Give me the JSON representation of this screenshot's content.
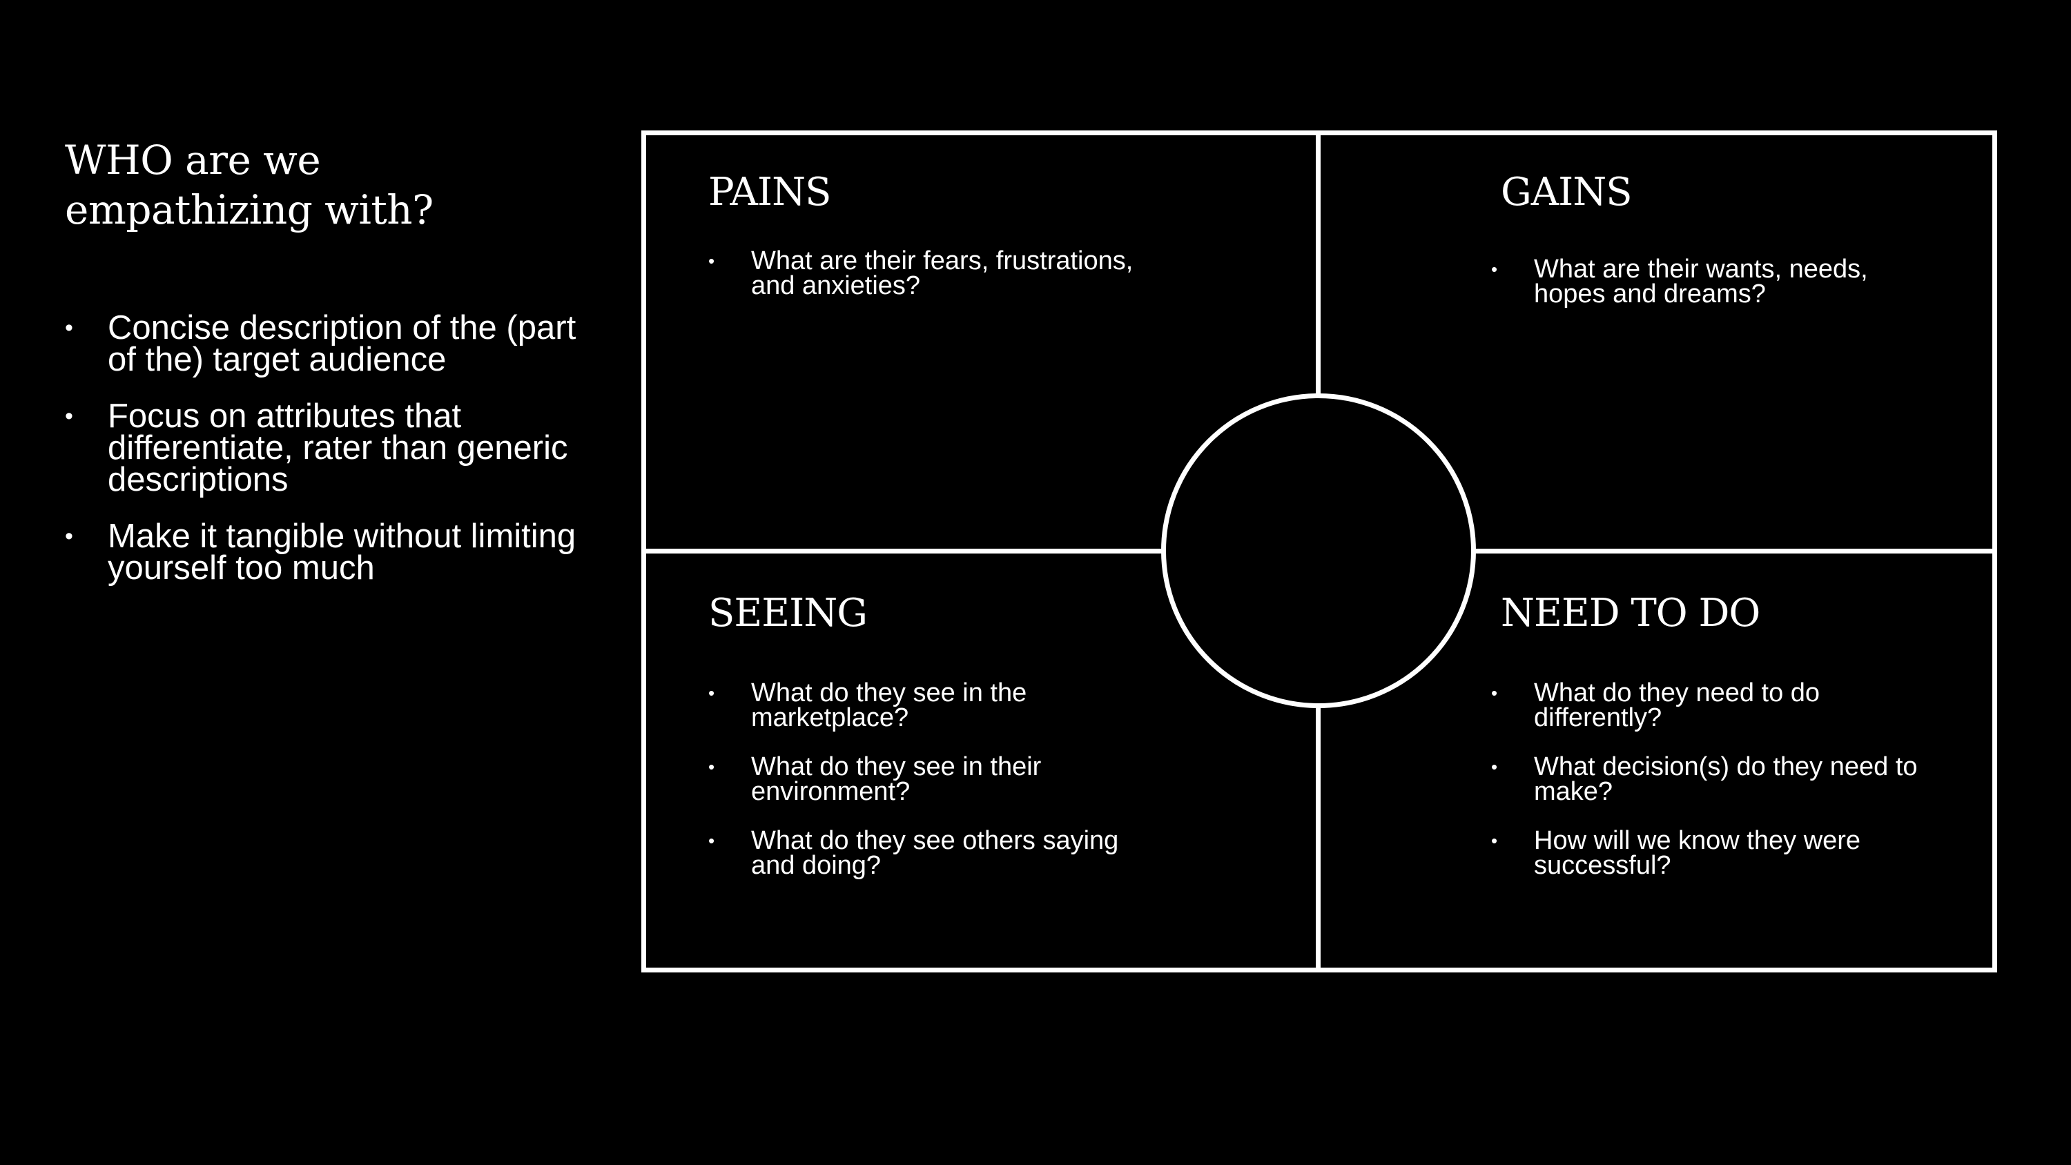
{
  "left": {
    "title_line1": "WHO are we",
    "title_line2": "empathizing with?",
    "bullets": [
      "Concise description of the (part of the) target audience",
      "Focus on attributes that differentiate, rater than generic descriptions",
      "Make it tangible without limiting yourself too much"
    ]
  },
  "bullet_glyph": "•",
  "quadrants": {
    "pains": {
      "title": "PAINS",
      "items": [
        "What are their fears, frustrations, and anxieties?"
      ]
    },
    "gains": {
      "title": "GAINS",
      "items": [
        "What are their wants, needs, hopes and dreams?"
      ]
    },
    "seeing": {
      "title": "SEEING",
      "items": [
        "What do they see in the marketplace?",
        "What do they see in their environment?",
        "What do they see others saying and doing?"
      ]
    },
    "need_to_do": {
      "title": "NEED TO DO",
      "items": [
        "What do they need to do differently?",
        "What decision(s) do they need to make?",
        "How will we know they were successful?"
      ]
    }
  },
  "colors": {
    "background": "#000000",
    "foreground": "#ffffff"
  }
}
